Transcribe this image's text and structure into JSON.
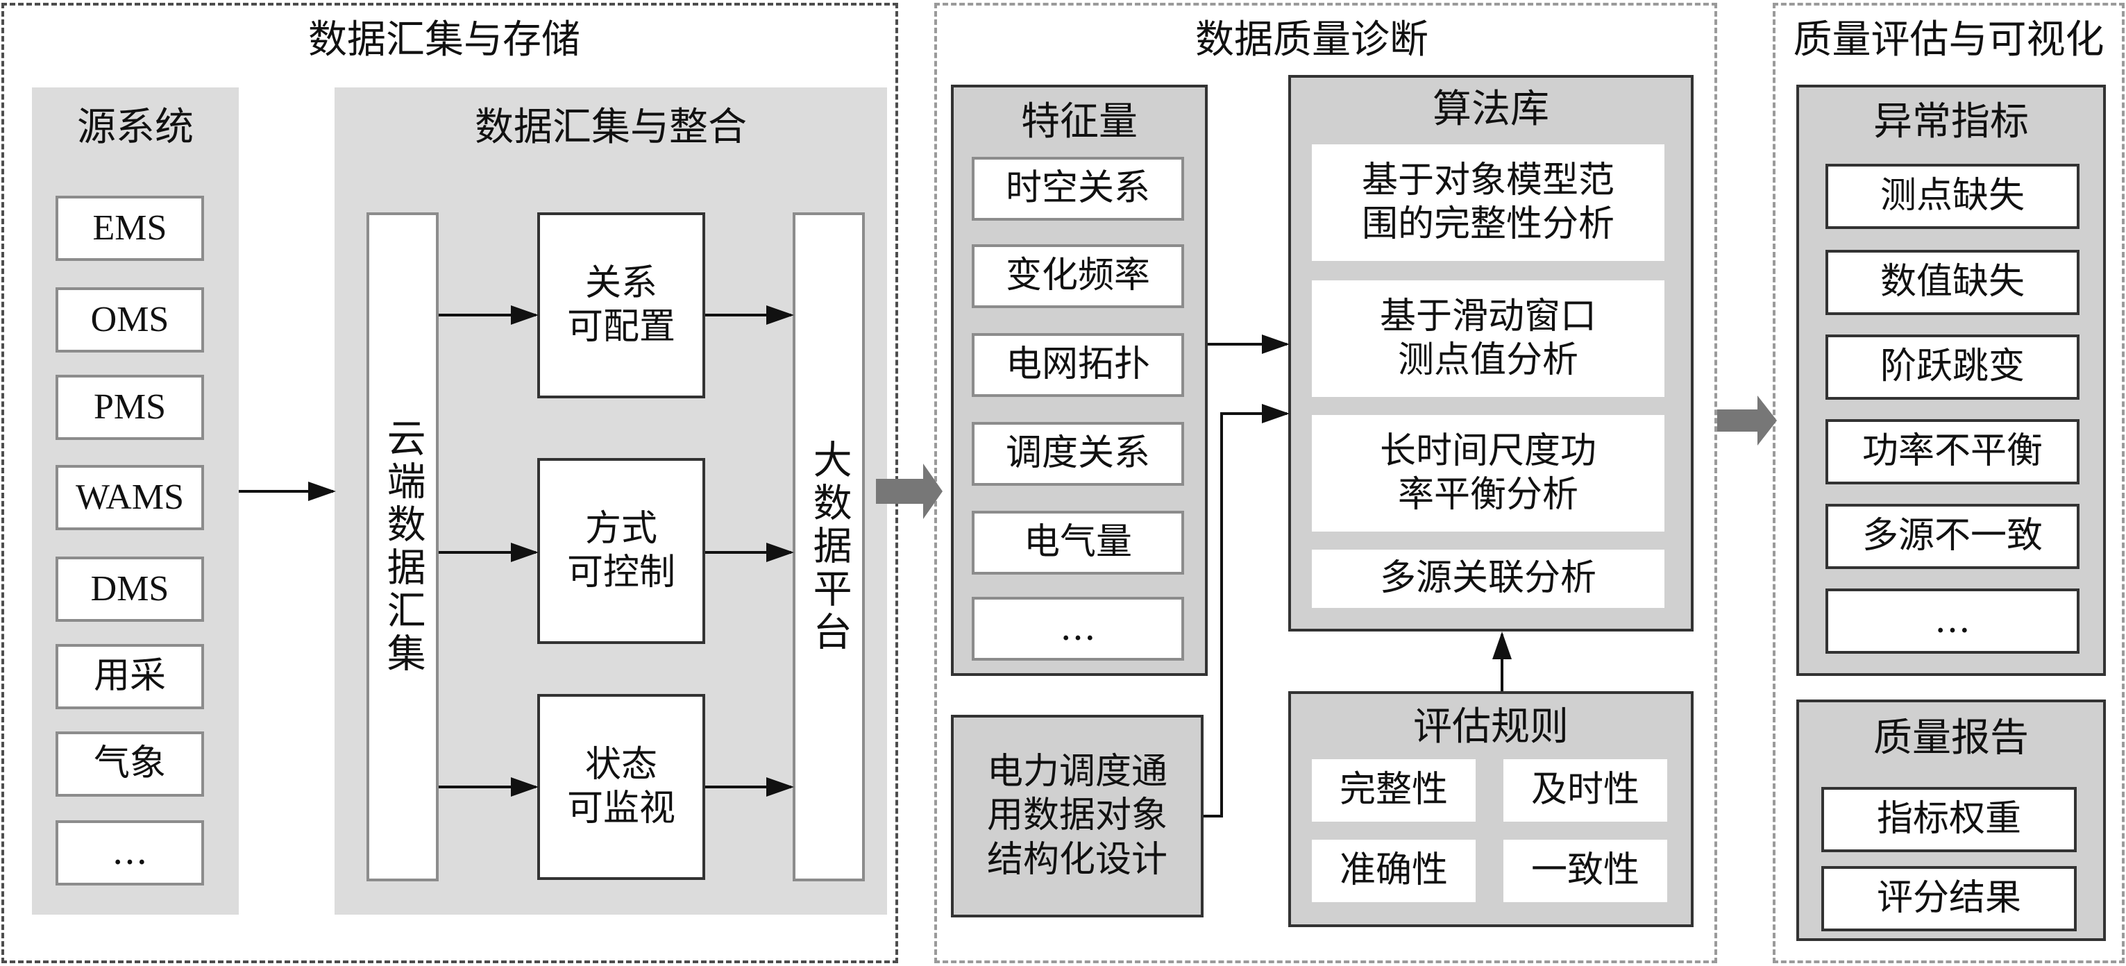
{
  "sections": {
    "storage": "数据汇集与存储",
    "diagnosis": "数据质量诊断",
    "evaluation": "质量评估与可视化"
  },
  "source_system": {
    "title": "源系统",
    "items": [
      "EMS",
      "OMS",
      "PMS",
      "WAMS",
      "DMS",
      "用采",
      "气象",
      "…"
    ]
  },
  "aggregation": {
    "title": "数据汇集与整合",
    "cloud": "云端数据汇集",
    "bigdata": "大数据平台",
    "configurable": "关系\n可配置",
    "controllable": "方式\n可控制",
    "monitorable": "状态\n可监视"
  },
  "features": {
    "title": "特征量",
    "items": [
      "时空关系",
      "变化频率",
      "电网拓扑",
      "调度关系",
      "电气量",
      "…"
    ]
  },
  "object_design": "电力调度通\n用数据对象\n结构化设计",
  "algorithms": {
    "title": "算法库",
    "items": [
      "基于对象模型范\n围的完整性分析",
      "基于滑动窗口\n测点值分析",
      "长时间尺度功\n率平衡分析",
      "多源关联分析"
    ]
  },
  "rules": {
    "title": "评估规则",
    "items": [
      "完整性",
      "及时性",
      "准确性",
      "一致性"
    ]
  },
  "anomaly": {
    "title": "异常指标",
    "items": [
      "测点缺失",
      "数值缺失",
      "阶跃跳变",
      "功率不平衡",
      "多源不一致",
      "…"
    ]
  },
  "report": {
    "title": "质量报告",
    "items": [
      "指标权重",
      "评分结果"
    ]
  },
  "colors": {
    "panel": "#dcdcdc",
    "panel_dark": "#d0d0d0",
    "big_arrow": "#777777"
  }
}
